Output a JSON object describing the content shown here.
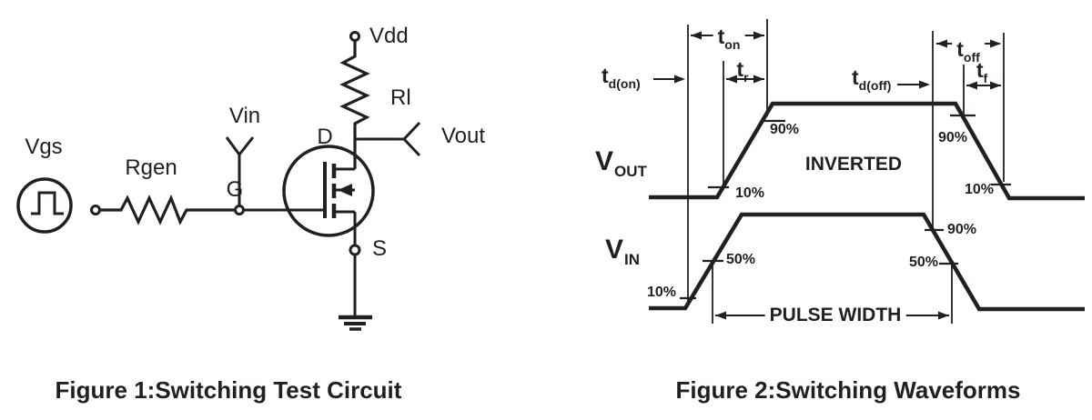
{
  "figure1": {
    "caption": "Figure 1:Switching Test Circuit",
    "labels": {
      "source": "Vgs",
      "gen_resistor": "Rgen",
      "input": "Vin",
      "gate": "G",
      "drain": "D",
      "source_pin": "S",
      "supply": "Vdd",
      "load_resistor": "Rl",
      "output": "Vout"
    }
  },
  "figure2": {
    "caption": "Figure 2:Switching Waveforms",
    "signals": {
      "vout": {
        "main": "V",
        "sub": "OUT"
      },
      "vin": {
        "main": "V",
        "sub": "IN"
      }
    },
    "timing": {
      "td_on": {
        "main": "t",
        "sub": "d(on)"
      },
      "t_on": {
        "main": "t",
        "sub": "on"
      },
      "t_r": {
        "main": "t",
        "sub": "r"
      },
      "td_off": {
        "main": "t",
        "sub": "d(off)"
      },
      "t_off": {
        "main": "t",
        "sub": "off"
      },
      "t_f": {
        "main": "t",
        "sub": "f"
      }
    },
    "levels": {
      "vout_rise_90": "90%",
      "vout_rise_10": "10%",
      "vout_fall_90": "90%",
      "vout_fall_10": "10%",
      "vin_rise_10": "10%",
      "vin_rise_50": "50%",
      "vin_fall_90": "90%",
      "vin_fall_50": "50%"
    },
    "annotations": {
      "inverted": "INVERTED",
      "pulse_width": "PULSE WIDTH"
    }
  },
  "colors": {
    "ink": "#231f20",
    "background": "#ffffff"
  }
}
